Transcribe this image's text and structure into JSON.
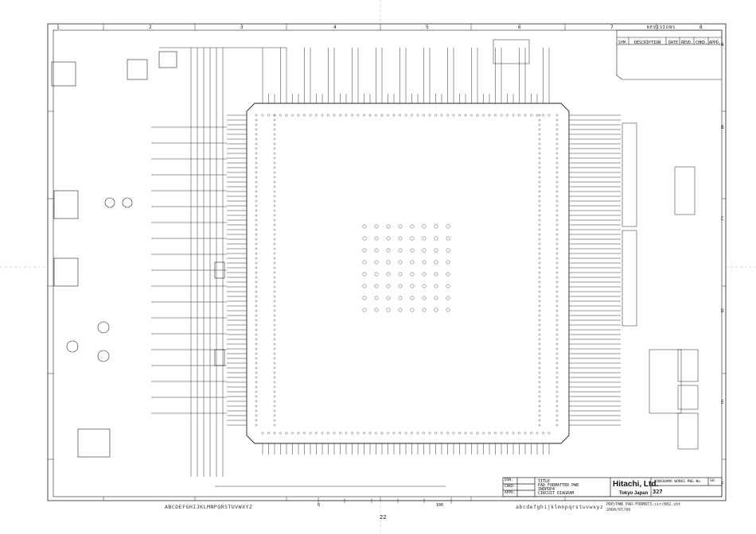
{
  "sheet": {
    "column_numbers": [
      "1",
      "2",
      "3",
      "4",
      "5",
      "6",
      "7",
      "8"
    ],
    "row_letters": [
      "A",
      "B",
      "C",
      "D",
      "E",
      "F"
    ],
    "revisions": {
      "title": "REVISIONS",
      "headers": [
        "SYM.",
        "DESCRIPTION",
        "DATE",
        "REVD.",
        "CHKD.",
        "APPD."
      ]
    },
    "title_block": {
      "title_lines": [
        "TITLE",
        "PAD FORMATTER PWB",
        "INDPDP4",
        "CIRCUIT DIAGRAM"
      ],
      "company": "Hitachi, Ltd.",
      "company_sub": "Tokyo Japan",
      "dwg_label": "YOKOHAMA WORKS PWG No.",
      "sheet_label": "SH.",
      "dwg_number": "327",
      "role_labels": [
        "DSN.",
        "CHKD.",
        "APPD."
      ]
    },
    "footer": {
      "letters_upper": "ABCDEFGHIJKLMNPQRSTUVWXYZ",
      "letters_lower": "abcdefghijklmnpqrstuvwxyz",
      "page_number": "22",
      "scale_start": "0",
      "scale_end": "100",
      "file_path": "PDP/PWB_PAD-FORMAT3.cir/002.sht",
      "file_date": "2004/07/09"
    },
    "ic_main": {
      "description": "large BGA formatter IC with pin rows on four sides"
    }
  }
}
